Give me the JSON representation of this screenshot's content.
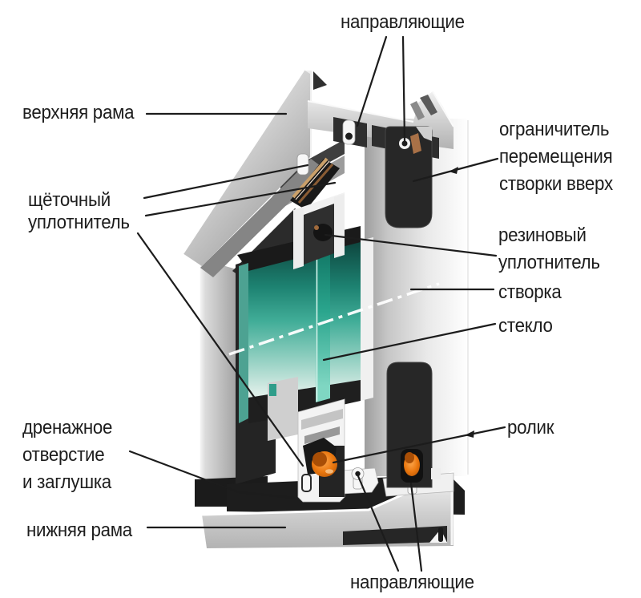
{
  "diagram": {
    "subject": "sliding-window-profile-cutaway",
    "background": "#ffffff",
    "colors": {
      "glass": "#2aa18e",
      "glass_edge": "#2aa58d",
      "roller": "#ea770f",
      "limiter": "#272727",
      "profile_light": "#d9d9d9",
      "brush_seal_copper": "#caa06a",
      "leader_line": "#1c1c1c",
      "text": "#1d1d1d"
    }
  },
  "labels": {
    "guides_top": "направляющие",
    "top_frame": "верхняя рама",
    "stop_limiter": [
      "ограничитель",
      "перемещения",
      "створки вверх"
    ],
    "brush_seal": [
      "щёточный",
      "уплотнитель"
    ],
    "rubber_seal": [
      "резиновый",
      "уплотнитель"
    ],
    "sash": "створка",
    "glass": "стекло",
    "drain": [
      "дренажное",
      "отверстие",
      "и заглушка"
    ],
    "roller": "ролик",
    "bottom_frame": "нижняя рама",
    "guides_bottom": "направляющие"
  }
}
